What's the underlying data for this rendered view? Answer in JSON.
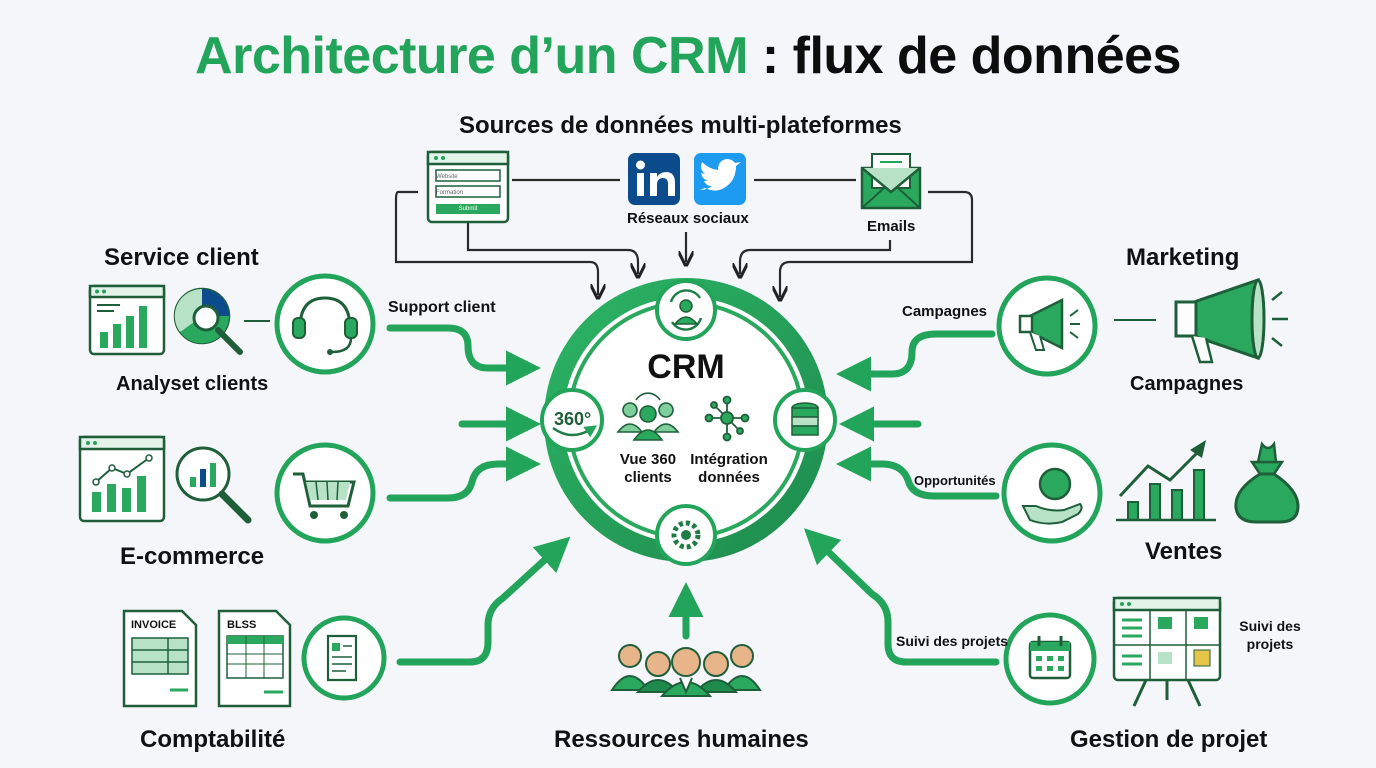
{
  "title": {
    "part1": "Architecture d’un CRM",
    "part2": ": flux de données"
  },
  "sources": {
    "heading": "Sources de données multi-plateformes",
    "social_label": "Réseaux sociaux",
    "emails_label": "Emails",
    "form": {
      "field1": "Website",
      "field2": "Formation",
      "button": "Submit"
    },
    "social_icons": [
      "linkedin-icon",
      "twitter-icon"
    ]
  },
  "crm": {
    "title": "CRM",
    "badge": "360°",
    "vue": "Vue 360\nclients",
    "integration": "Intégration\ndonnées"
  },
  "left": {
    "service": {
      "heading": "Service client",
      "sub": "Analyset clients",
      "flow": "Support client"
    },
    "ecommerce": {
      "heading": "E-commerce"
    },
    "compta": {
      "heading": "Comptabilité",
      "doc1": "INVOICE",
      "doc2": "BLSS"
    }
  },
  "right": {
    "marketing": {
      "heading": "Marketing",
      "sub": "Campagnes",
      "flow": "Campagnes"
    },
    "ventes": {
      "heading": "Ventes",
      "flow": "Opportunités"
    },
    "projet": {
      "heading": "Gestion de projet",
      "side": "Suivi des\nprojets",
      "flow": "Suivi des projets"
    }
  },
  "bottom": {
    "heading": "Ressources humaines"
  },
  "colors": {
    "green": "#22a45a",
    "dark_green": "#1e7d46",
    "light_green": "#e3f3e8",
    "navy": "#0d4c8c",
    "twitter": "#1d9bf0"
  }
}
